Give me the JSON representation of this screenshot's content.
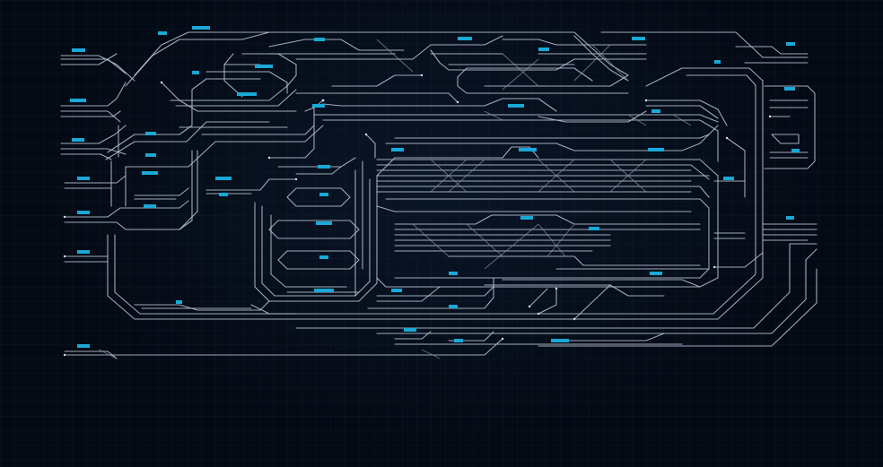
{
  "colors": {
    "background": "#040a14",
    "track": "#b9c6d6",
    "station_label": "#1aa8d6"
  },
  "stations": [
    {
      "id": "st-01"
    },
    {
      "id": "st-02"
    },
    {
      "id": "st-03"
    },
    {
      "id": "st-04"
    },
    {
      "id": "st-05"
    },
    {
      "id": "st-06"
    },
    {
      "id": "st-07"
    },
    {
      "id": "st-08"
    },
    {
      "id": "st-09"
    },
    {
      "id": "st-10"
    },
    {
      "id": "st-11"
    },
    {
      "id": "st-12"
    },
    {
      "id": "st-13"
    },
    {
      "id": "st-14"
    },
    {
      "id": "st-15"
    },
    {
      "id": "st-16"
    },
    {
      "id": "st-17"
    },
    {
      "id": "st-18"
    },
    {
      "id": "st-19"
    },
    {
      "id": "st-20"
    },
    {
      "id": "st-21"
    },
    {
      "id": "st-22"
    },
    {
      "id": "st-23"
    },
    {
      "id": "st-24"
    },
    {
      "id": "st-25"
    },
    {
      "id": "st-26"
    },
    {
      "id": "st-27"
    },
    {
      "id": "st-28"
    },
    {
      "id": "st-29"
    },
    {
      "id": "st-30"
    },
    {
      "id": "st-31"
    },
    {
      "id": "st-32"
    },
    {
      "id": "st-33"
    },
    {
      "id": "st-34"
    },
    {
      "id": "st-35"
    },
    {
      "id": "st-36"
    },
    {
      "id": "st-37"
    },
    {
      "id": "st-38"
    },
    {
      "id": "st-39"
    },
    {
      "id": "st-40"
    },
    {
      "id": "st-41"
    },
    {
      "id": "st-42"
    },
    {
      "id": "st-43"
    },
    {
      "id": "st-44"
    },
    {
      "id": "st-45"
    },
    {
      "id": "st-46"
    },
    {
      "id": "st-47"
    }
  ]
}
